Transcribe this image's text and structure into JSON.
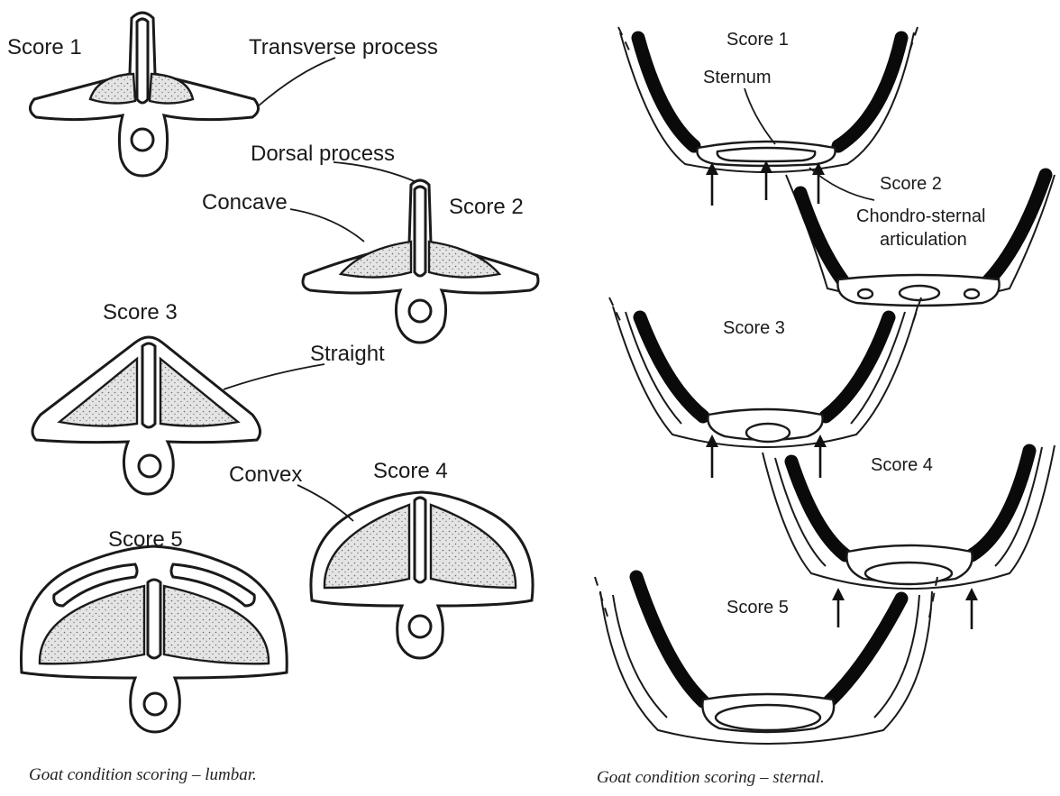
{
  "lumbar": {
    "labels": {
      "score1": "Score 1",
      "score2": "Score 2",
      "score3": "Score 3",
      "score4": "Score 4",
      "score5": "Score 5",
      "transverse_process": "Transverse process",
      "dorsal_process": "Dorsal process",
      "concave": "Concave",
      "straight": "Straight",
      "convex": "Convex"
    },
    "caption": "Goat condition scoring – lumbar."
  },
  "sternal": {
    "labels": {
      "score1": "Score 1",
      "score2": "Score 2",
      "score3": "Score 3",
      "score4": "Score 4",
      "score5": "Score 5",
      "sternum": "Sternum",
      "chondro_sternal_line1": "Chondro-sternal",
      "chondro_sternal_line2": "articulation"
    },
    "caption": "Goat condition scoring – sternal."
  }
}
